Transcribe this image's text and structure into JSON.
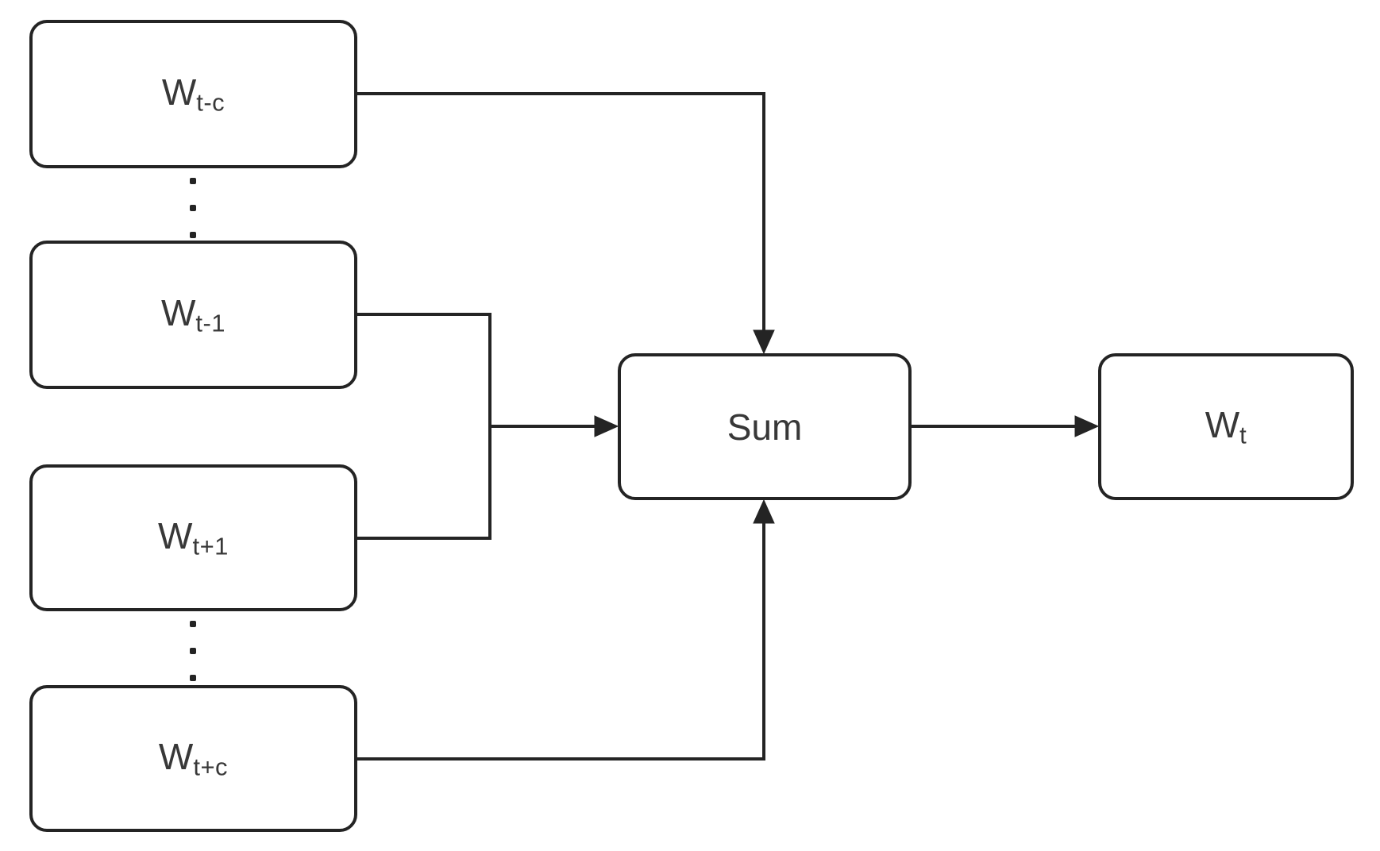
{
  "diagram": {
    "type": "architecture-flow",
    "description_visible_text_only": true,
    "colors": {
      "background": "#ffffff",
      "stroke": "#242424",
      "text": "#383838"
    },
    "nodes": {
      "wtc_minus": {
        "main": "W",
        "sub": "t-c"
      },
      "wt1_minus": {
        "main": "W",
        "sub": "t-1"
      },
      "wt1_plus": {
        "main": "W",
        "sub": "t+1"
      },
      "wtc_plus": {
        "main": "W",
        "sub": "t+c"
      },
      "sum": {
        "label": "Sum"
      },
      "wt": {
        "main": "W",
        "sub": "t"
      }
    },
    "edges": [
      {
        "from": "wtc_minus",
        "to": "sum",
        "entry": "top",
        "arrow": true
      },
      {
        "from": "wt1_minus",
        "to": "sum",
        "entry": "left",
        "arrow": true,
        "merged_with": "wt1_plus"
      },
      {
        "from": "wt1_plus",
        "to": "sum",
        "entry": "left",
        "arrow": true,
        "merged_with": "wt1_minus"
      },
      {
        "from": "wtc_plus",
        "to": "sum",
        "entry": "bottom",
        "arrow": true
      },
      {
        "from": "sum",
        "to": "wt",
        "entry": "left",
        "arrow": true
      }
    ],
    "ellipses": [
      {
        "between": [
          "wtc_minus",
          "wt1_minus"
        ],
        "dots": 3
      },
      {
        "between": [
          "wt1_plus",
          "wtc_plus"
        ],
        "dots": 3
      }
    ]
  }
}
